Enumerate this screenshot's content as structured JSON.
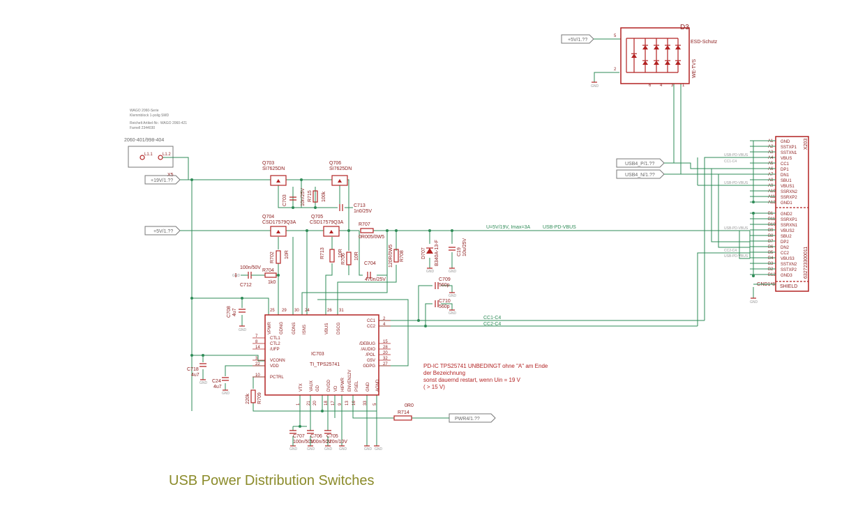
{
  "title": "USB Power Distribution Switches",
  "note": {
    "line1": "PD-IC TPS25741 UNBEDINGT ohne \"A\" am Ende",
    "line2": "der Bezeichnung",
    "line3": "sonst dauernd restart, wenn Uin = 19 V",
    "line4": "( > 15 V)"
  },
  "wago": {
    "info1": "WAGO 2060-Serie",
    "info2": "Klemmblock 1-polig SMD",
    "info3": "Reichelt Artikel-Nr.: WAGO 2060-421",
    "info4": "Farnell 2344030",
    "part": "2060-401/998-404",
    "pin1": "L1.1",
    "pin2": "L1.2",
    "ref": "X5"
  },
  "ports": {
    "p19v": "+19V/1.??",
    "p5v": "+5V/1.??",
    "p5v_top": "+5V/1.??",
    "usb_p": "USB4_P/1.??",
    "usb_n": "USB4_N/1.??",
    "pwr": "PWR4/1.??"
  },
  "nets": {
    "vbus_label": "U=5V/19V, Imax=3A",
    "usb_pd_vbus": "USB-PD-VBUS",
    "cc1": "CC1-C4",
    "cc2": "CC2-C4",
    "small_vbus": "USB-PD-VBUS",
    "small_cc1": "CC1-C4",
    "small_cc2": "CC2-C4"
  },
  "d3": {
    "ref": "D3",
    "name": "ESD-Schutz",
    "part": "WE-TVS",
    "pins": [
      "5",
      "2",
      "6",
      "4",
      "3",
      "1"
    ]
  },
  "transistors": {
    "q703": {
      "ref": "Q703",
      "part": "SI7625DN"
    },
    "q706": {
      "ref": "Q706",
      "part": "SI7625DN"
    },
    "q704": {
      "ref": "Q704",
      "part": "CSD17579Q3A"
    },
    "q705": {
      "ref": "Q705",
      "part": "CSD17579Q3A"
    }
  },
  "passives": {
    "c703": {
      "ref": "C703",
      "val": "10n/25V"
    },
    "r715": {
      "ref": "R715",
      "val": "100k"
    },
    "c713": {
      "ref": "C713",
      "val": "1n0/25V"
    },
    "r707": {
      "ref": "R707",
      "val": "0R005/0W5"
    },
    "r702": {
      "ref": "R702",
      "val": "10R"
    },
    "r713": {
      "ref": "R713",
      "val": "10R"
    },
    "r706": {
      "ref": "R706",
      "val": "10R"
    },
    "r708": {
      "ref": "R708",
      "val": "120R/0W5"
    },
    "c704": {
      "ref": "C704",
      "val": "470n/25V"
    },
    "d707": {
      "ref": "D707",
      "val": "B340A-13-F"
    },
    "c19": {
      "ref": "C19",
      "val": "10u/25V"
    },
    "c709": {
      "ref": "C709",
      "val": "560p"
    },
    "c710": {
      "ref": "C710",
      "val": "560p"
    },
    "c712": {
      "ref": "C712",
      "val": "100n/50V"
    },
    "r704": {
      "ref": "R704",
      "val": "1k0"
    },
    "c708": {
      "ref": "C708",
      "val": "4u7"
    },
    "c718": {
      "ref": "C718",
      "val": "4u7"
    },
    "c24": {
      "ref": "C24",
      "val": "4u7"
    },
    "r709": {
      "ref": "R709",
      "val": "220k"
    },
    "c707": {
      "ref": "C707",
      "val": "100n/50V"
    },
    "c706": {
      "ref": "C706",
      "val": "100n/50V"
    },
    "c705": {
      "ref": "C705",
      "val": "220n/10V"
    },
    "r714": {
      "ref": "R714",
      "val": "0R0"
    }
  },
  "ic": {
    "ref": "IC703",
    "part": "TI_TPS25741",
    "top_pins": [
      "VPWR",
      "GDNG",
      "GDNS",
      "ISNS",
      "VBUS",
      "DSCG"
    ],
    "top_nums": [
      "25",
      "29",
      "30",
      "24",
      "26",
      "31"
    ],
    "left_pins": [
      "CTL1",
      "CTL2",
      "/UFP",
      "VCONN",
      "VDD",
      "PCTRL"
    ],
    "left_nums": [
      "7",
      "8",
      "14",
      "3",
      "22",
      "10"
    ],
    "right_pins": [
      "CC1",
      "CC2",
      "/DEBUG",
      "/AUDIO",
      "/POL",
      "G5V",
      "GDPG"
    ],
    "right_nums": [
      "2",
      "4",
      "15",
      "28",
      "20",
      "32",
      "27"
    ],
    "bottom_pins": [
      "VTX",
      "VAUX",
      "GD",
      "DVDD",
      "VD",
      "HIPWR",
      "ENVEN12V",
      "PSEL",
      "GND",
      "AGND"
    ],
    "bottom_nums": [
      "1",
      "21",
      "20",
      "18",
      "17",
      "9",
      "13",
      "16",
      "33",
      "5"
    ]
  },
  "connector": {
    "ref": "X203",
    "part": "632723300011",
    "pinsA": [
      "A1",
      "A2",
      "A3",
      "A4",
      "A5",
      "A6",
      "A7",
      "A8",
      "A9",
      "A10",
      "A11",
      "A12"
    ],
    "namesA": [
      "GND",
      "SSTXP1",
      "SSTXN1",
      "VBUS",
      "CC1",
      "DP1",
      "DN1",
      "SBU1",
      "VBUS1",
      "SSRXN2",
      "SSRXP2",
      "GND1"
    ],
    "pinsB": [
      "B1",
      "B11",
      "B10",
      "B9",
      "B8",
      "B7",
      "B6",
      "B5",
      "B4",
      "B3",
      "B2",
      "B12"
    ],
    "namesB": [
      "GND2",
      "SSRXP1",
      "SSRXN1",
      "VBUS2",
      "SBU2",
      "DP2",
      "DN2",
      "CC2",
      "VBUS3",
      "SSTXN2",
      "SSTXP2",
      "GND3"
    ],
    "shield_pin": "GND1*8",
    "shield": "SHIELD"
  },
  "gnd": "GND"
}
